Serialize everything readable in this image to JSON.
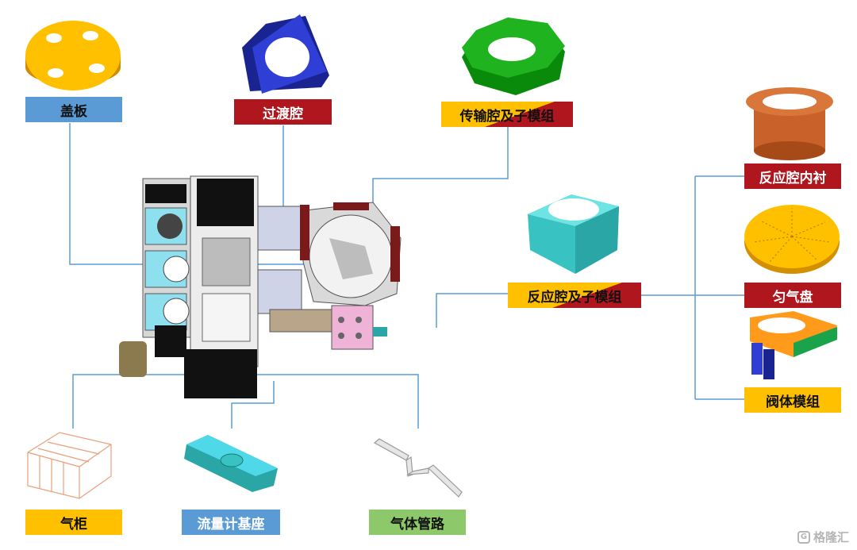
{
  "labels": {
    "cover_plate": "盖板",
    "transition_chamber": "过渡腔",
    "transfer_chamber_module": "传输腔及子模组",
    "reaction_chamber_liner": "反应腔内衬",
    "reaction_chamber_module": "反应腔及子模组",
    "gas_distribution_plate": "匀气盘",
    "valve_module": "阀体模组",
    "gas_cabinet": "气柜",
    "flowmeter_base": "流量计基座",
    "gas_piping": "气体管路"
  },
  "watermark": "格隆汇",
  "colors": {
    "label_blue": "#5b9bd5",
    "label_red": "#b0161e",
    "label_yellow": "#ffc000",
    "label_green": "#8dc86a",
    "connector_line": "#5b9bd5",
    "cover_plate_part": "#ffc000",
    "transition_part": "#2733b5",
    "transfer_part": "#1fb41f",
    "liner_part": "#c8622a",
    "reaction_part": "#3fd3d3",
    "valve_part": "#ff8c00"
  }
}
